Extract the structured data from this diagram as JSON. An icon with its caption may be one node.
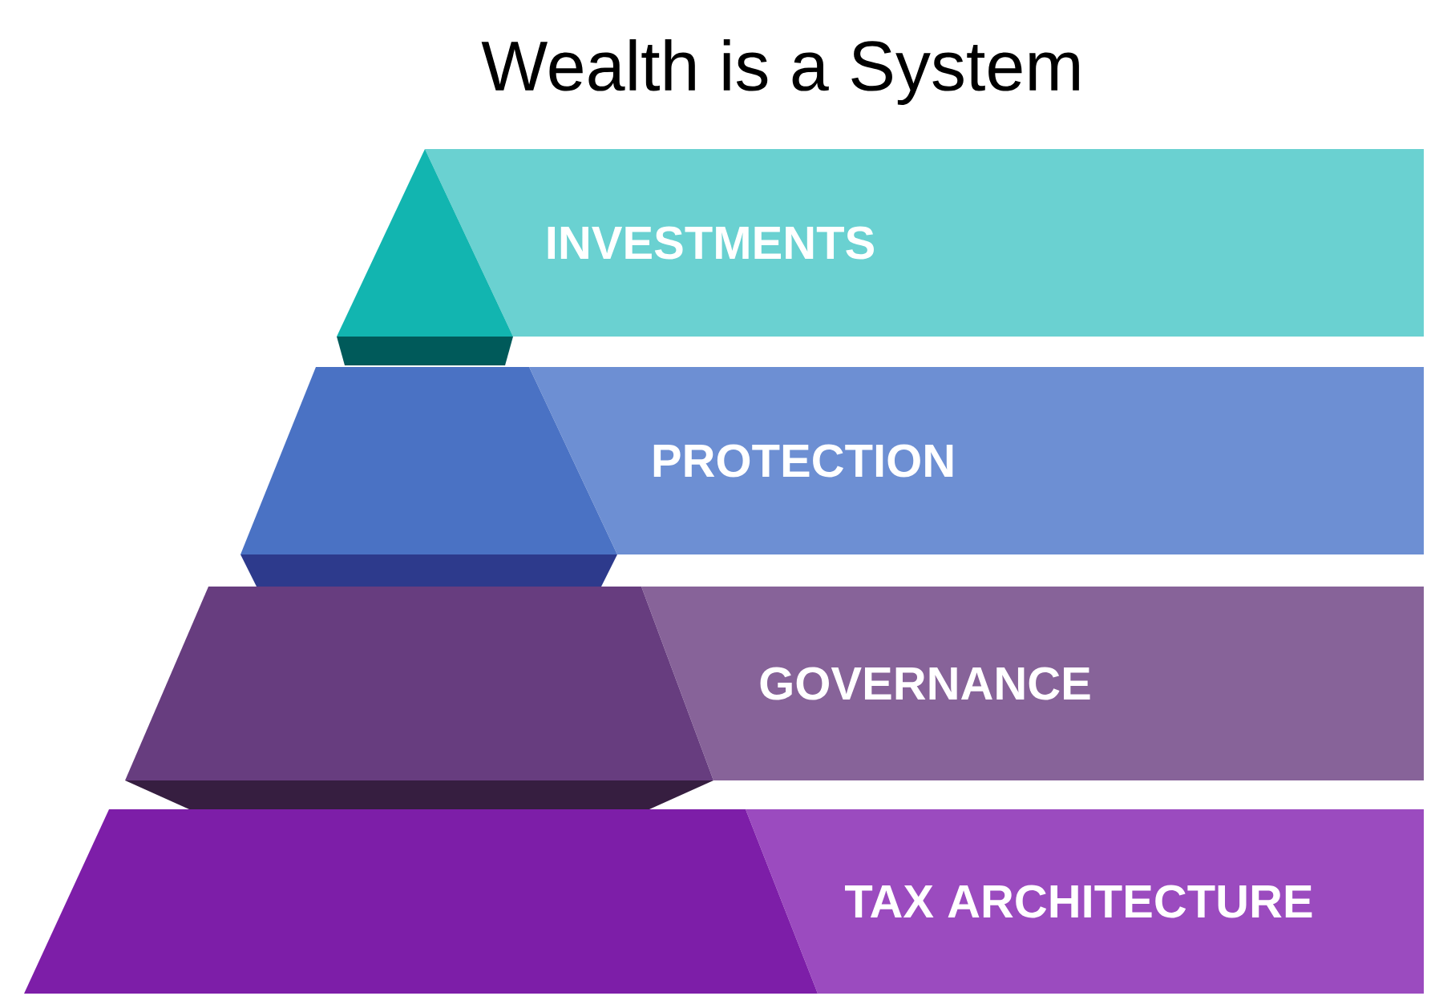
{
  "diagram": {
    "title": "Wealth is a System",
    "nodes": [
      {
        "text": [
          "INVESTMENTS"
        ]
      },
      {
        "text": [
          "PROTECTION"
        ]
      },
      {
        "text": [
          "GOVERNANCE"
        ]
      },
      {
        "text": [
          "TAX ARCHITECTURE"
        ]
      }
    ]
  }
}
